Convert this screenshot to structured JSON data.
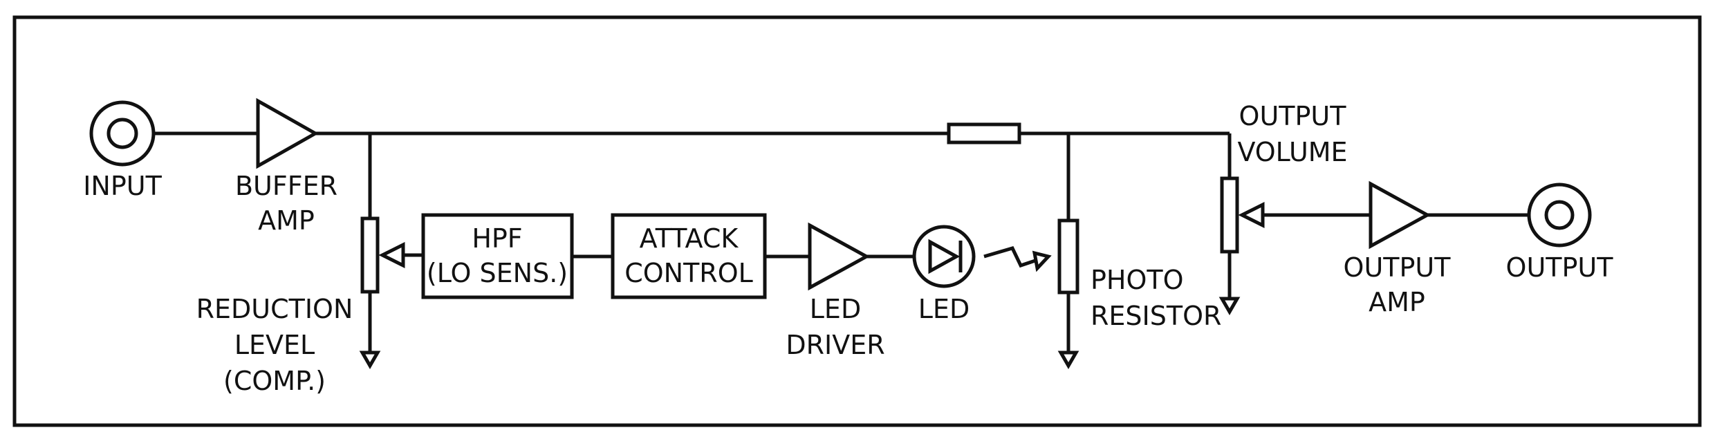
{
  "diagram": {
    "input_label": "INPUT",
    "buffer_amp": [
      "BUFFER",
      "AMP"
    ],
    "reduction_level": [
      "REDUCTION",
      "LEVEL",
      "(COMP.)"
    ],
    "hpf": [
      "HPF",
      "(LO SENS.)"
    ],
    "attack_control": [
      "ATTACK",
      "CONTROL"
    ],
    "led_driver": [
      "LED",
      "DRIVER"
    ],
    "led": "LED",
    "photo_resistor": [
      "PHOTO",
      "RESISTOR"
    ],
    "output_volume": [
      "OUTPUT",
      "VOLUME"
    ],
    "output_amp": [
      "OUTPUT",
      "AMP"
    ],
    "output_label": "OUTPUT"
  },
  "colors": {
    "stroke": "#111111",
    "background": "#ffffff"
  }
}
